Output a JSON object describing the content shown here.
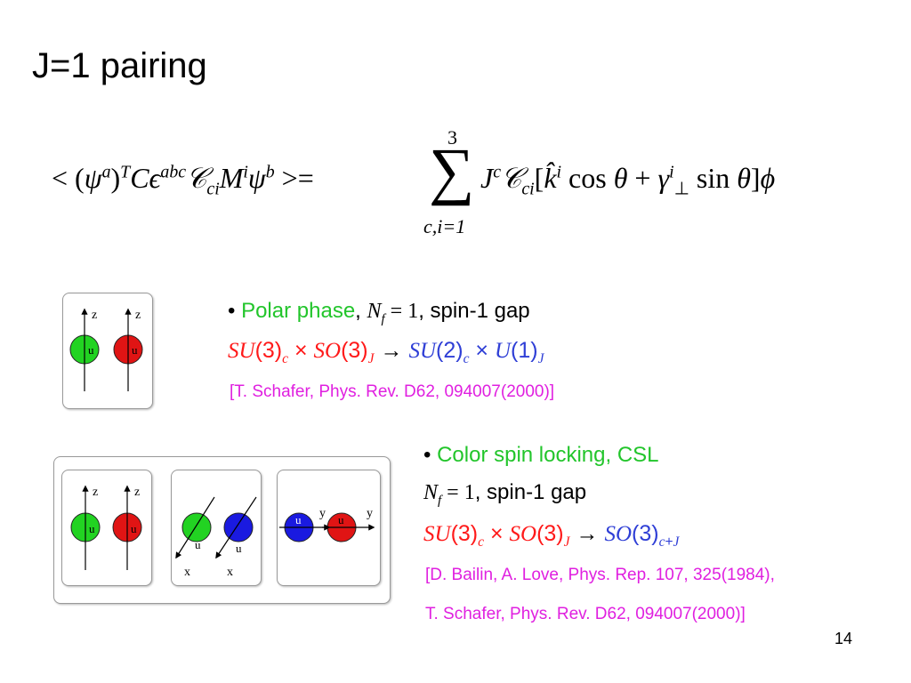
{
  "slide": {
    "title": "J=1 pairing",
    "page_number": "14"
  },
  "equation": {
    "sum_upper": "3",
    "sum_lower": "c,i=1"
  },
  "polar": {
    "heading": "Polar phase",
    "detail": ", spin-1 gap",
    "reference": "[T. Schafer, Phys. Rev. D62, 094007(2000)]",
    "particle_label": "u",
    "axis_label": "z"
  },
  "csl": {
    "heading": "Color spin locking, CSL",
    "detail": ", spin-1 gap",
    "reference_line1": "[D. Bailin, A. Love, Phys. Rep. 107, 325(1984),",
    "reference_line2": "T. Schafer, Phys. Rev. D62, 094007(2000)]",
    "particle_label": "u",
    "axis_z": "z",
    "axis_x": "x",
    "axis_y": "y"
  },
  "colors": {
    "green": "#22c52b",
    "red": "#ff1a1a",
    "blue": "#2f3fd6",
    "magenta": "#e020e0"
  }
}
